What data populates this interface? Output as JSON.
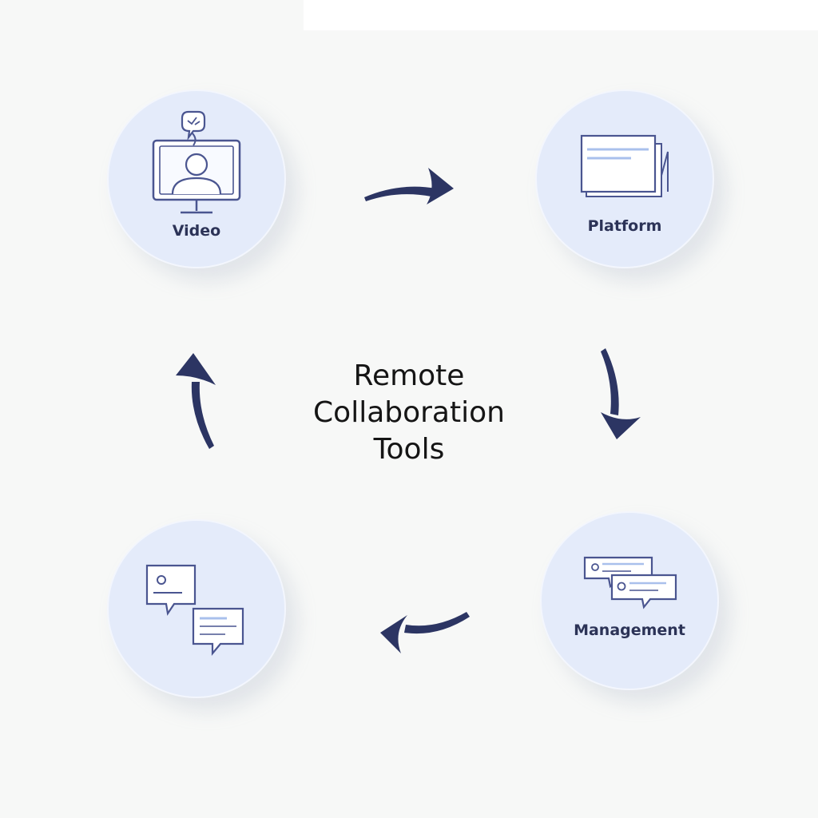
{
  "center": {
    "line1": "Remote",
    "line2": "Collaboration",
    "line3": "Tools"
  },
  "nodes": {
    "video": {
      "label": "Video",
      "icon": "monitor-person-icon"
    },
    "platform": {
      "label": "Platform",
      "icon": "documents-icon"
    },
    "management": {
      "label": "Management",
      "icon": "message-cards-icon"
    },
    "chat": {
      "label": "",
      "icon": "chat-bubbles-icon"
    }
  },
  "colors": {
    "circle_fill": "#e4ebfa",
    "arrow": "#2c3563",
    "icon_stroke": "#4a5590",
    "icon_accent": "#a9c0ec",
    "text": "#151515"
  }
}
